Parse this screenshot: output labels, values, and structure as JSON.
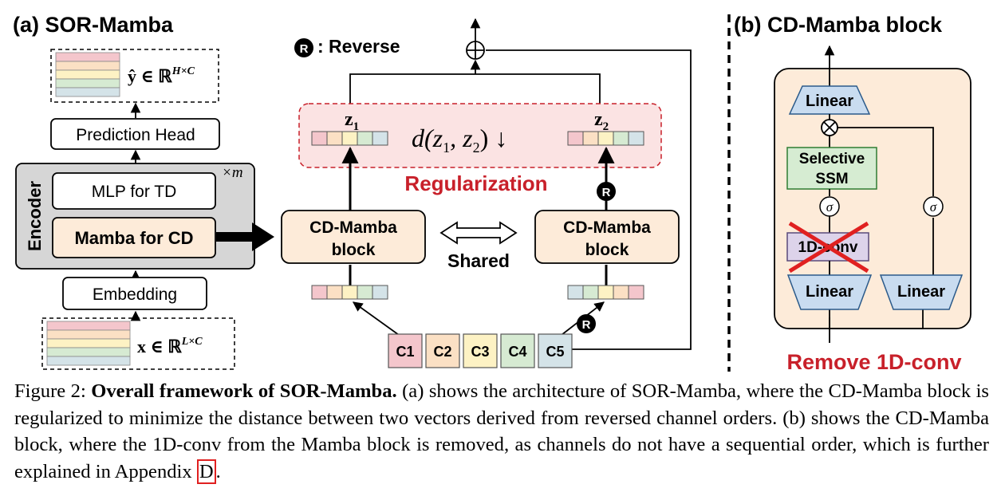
{
  "panel_a": {
    "title": "(a) SOR-Mamba",
    "output_label": "ŷ ∈ ℝ",
    "output_sup": "H×C",
    "prediction_head": "Prediction Head",
    "encoder_label": "Encoder",
    "repeat_label": "×m",
    "mlp": "MLP for TD",
    "mamba_cd": "Mamba for CD",
    "embedding": "Embedding",
    "input_label": "x ∈ ℝ",
    "input_sup": "L×C"
  },
  "center": {
    "reverse_icon": "R",
    "reverse_legend": ": Reverse",
    "z1": "z",
    "z1_sub": "1",
    "z2": "z",
    "z2_sub": "2",
    "distance_formula": "d(z",
    "distance_sub1": "1",
    "distance_sep": ", z",
    "distance_sub2": "2",
    "distance_close": ") ↓",
    "regularization": "Regularization",
    "block_left_line1": "CD-Mamba",
    "block_left_line2": "block",
    "block_right_line1": "CD-Mamba",
    "block_right_line2": "block",
    "shared": "Shared",
    "channels": [
      "C1",
      "C2",
      "C3",
      "C4",
      "C5"
    ],
    "reverse_marker": "R"
  },
  "panel_b": {
    "title": "(b) CD-Mamba block",
    "linear_top": "Linear",
    "selective_line1": "Selective",
    "selective_line2": "SSM",
    "sigma": "σ",
    "conv": "1D-conv",
    "linear_bottom_left": "Linear",
    "linear_bottom_right": "Linear",
    "remove_label": "Remove 1D-conv"
  },
  "caption": {
    "figure_label": "Figure 2: ",
    "bold_title": "Overall framework of SOR-Mamba.",
    "body": " (a) shows the architecture of SOR-Mamba, where the CD-Mamba block is regularized to minimize the distance between two vectors derived from reversed channel orders. (b) shows the CD-Mamba block, where the 1D-conv from the Mamba block is removed, as channels do not have a sequential order, which is further explained in Appendix ",
    "appendix_ref": "D",
    "end": "."
  },
  "colors": {
    "c1": "#f4c6cc",
    "c2": "#fbe0c4",
    "c3": "#fdf2c4",
    "c4": "#d6ead2",
    "c5": "#d4e3e8",
    "block_fill": "#fdebd9",
    "encoder_fill": "#d6d6d6",
    "reg_fill": "#fbe3e3",
    "reg_text": "#c8202a",
    "linear_fill": "#c9dcf0",
    "ssm_fill": "#d6ecd2",
    "conv_fill": "#ddd3ea",
    "cross": "#e02020"
  }
}
